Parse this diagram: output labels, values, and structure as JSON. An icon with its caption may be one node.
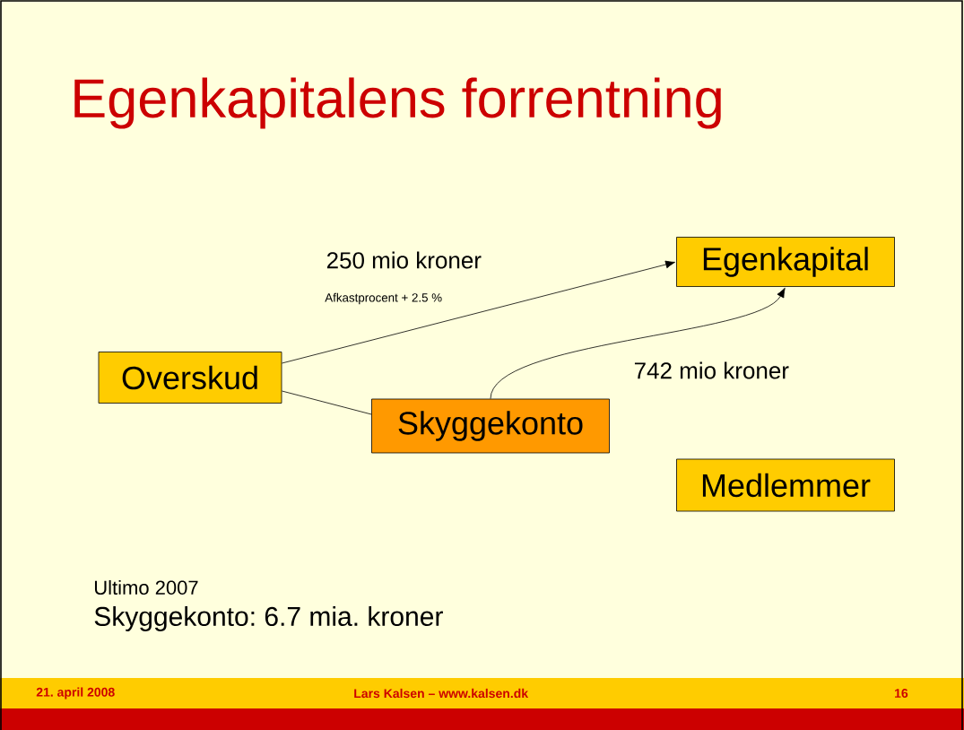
{
  "diagram": {
    "title": "Egenkapitalens forrentning",
    "nodes": [
      {
        "text": [
          "Egenkapital"
        ]
      },
      {
        "text": [
          "Overskud"
        ]
      },
      {
        "text": [
          "Skyggekonto"
        ]
      },
      {
        "text": [
          "Medlemmer"
        ]
      }
    ],
    "edges": [
      {
        "from": 1,
        "to": 0,
        "arrow": "to",
        "label": "250 mio kroner"
      },
      {
        "from": 1,
        "to": 2,
        "arrow": "none"
      },
      {
        "from": 2,
        "to": 0,
        "arrow": "to",
        "label": "742 mio kroner"
      }
    ],
    "labels": [
      "Afkastprocent + 2.5 %",
      "Ultimo 2007",
      "Skyggekonto: 6.7 mia. kroner",
      "21. april 2008",
      "Lars Kalsen – www.kalsen.dk",
      "16"
    ]
  }
}
